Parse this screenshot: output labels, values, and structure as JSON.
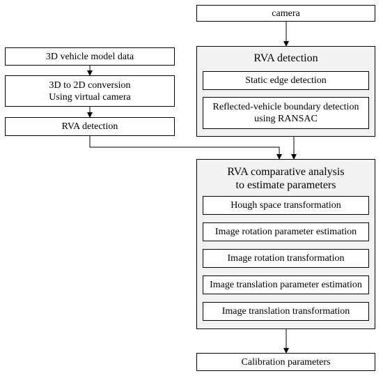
{
  "left_chain": {
    "model_data": "3D vehicle model data",
    "conversion_line1": "3D to 2D conversion",
    "conversion_line2": "Using virtual camera",
    "rva_detection": "RVA detection"
  },
  "camera": "camera",
  "rva_group": {
    "title": "RVA detection",
    "static_edge": "Static edge detection",
    "boundary_line1": "Reflected-vehicle boundary detection",
    "boundary_line2": "using RANSAC"
  },
  "analysis_group": {
    "title_line1": "RVA comparative analysis",
    "title_line2": "to estimate parameters",
    "steps": [
      "Hough space transformation",
      "Image rotation parameter estimation",
      "Image rotation transformation",
      "Image translation parameter estimation",
      "Image translation transformation"
    ]
  },
  "output": "Calibration parameters",
  "colors": {
    "group_fill": "#f2f2f2",
    "box_fill": "#ffffff",
    "stroke": "#000000"
  }
}
